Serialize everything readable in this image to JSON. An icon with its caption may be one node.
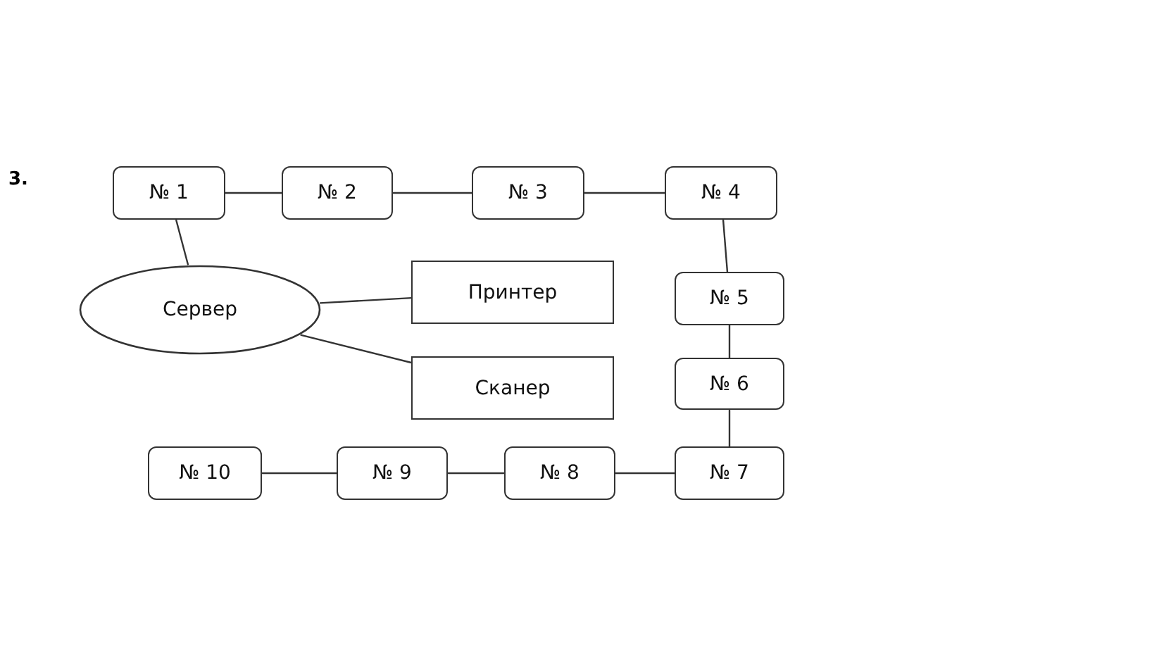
{
  "diagram": {
    "nodes": [
      {
        "text": [
          "№ 1"
        ]
      },
      {
        "text": [
          "№ 2"
        ]
      },
      {
        "text": [
          "№ 3"
        ]
      },
      {
        "text": [
          "№ 4"
        ]
      },
      {
        "text": [
          "Сервер"
        ]
      },
      {
        "text": [
          "Принтер"
        ]
      },
      {
        "text": [
          "№ 5"
        ]
      },
      {
        "text": [
          "Сканер"
        ]
      },
      {
        "text": [
          "№ 6"
        ]
      },
      {
        "text": [
          "№ 10"
        ]
      },
      {
        "text": [
          "№ 9"
        ]
      },
      {
        "text": [
          "№ 8"
        ]
      },
      {
        "text": [
          "№ 7"
        ]
      }
    ],
    "edges": [
      {
        "from": 0,
        "to": 1,
        "arrow": "none"
      },
      {
        "from": 1,
        "to": 2,
        "arrow": "none"
      },
      {
        "from": 2,
        "to": 3,
        "arrow": "none"
      },
      {
        "from": 0,
        "to": 4,
        "arrow": "none"
      },
      {
        "from": 4,
        "to": 5,
        "arrow": "none"
      },
      {
        "from": 4,
        "to": 7,
        "arrow": "none"
      },
      {
        "from": 3,
        "to": 6,
        "arrow": "none"
      },
      {
        "from": 6,
        "to": 8,
        "arrow": "none"
      },
      {
        "from": 8,
        "to": 12,
        "arrow": "none"
      },
      {
        "from": 12,
        "to": 11,
        "arrow": "none"
      },
      {
        "from": 11,
        "to": 10,
        "arrow": "none"
      },
      {
        "from": 10,
        "to": 9,
        "arrow": "none"
      }
    ],
    "labels": [
      "3."
    ]
  }
}
